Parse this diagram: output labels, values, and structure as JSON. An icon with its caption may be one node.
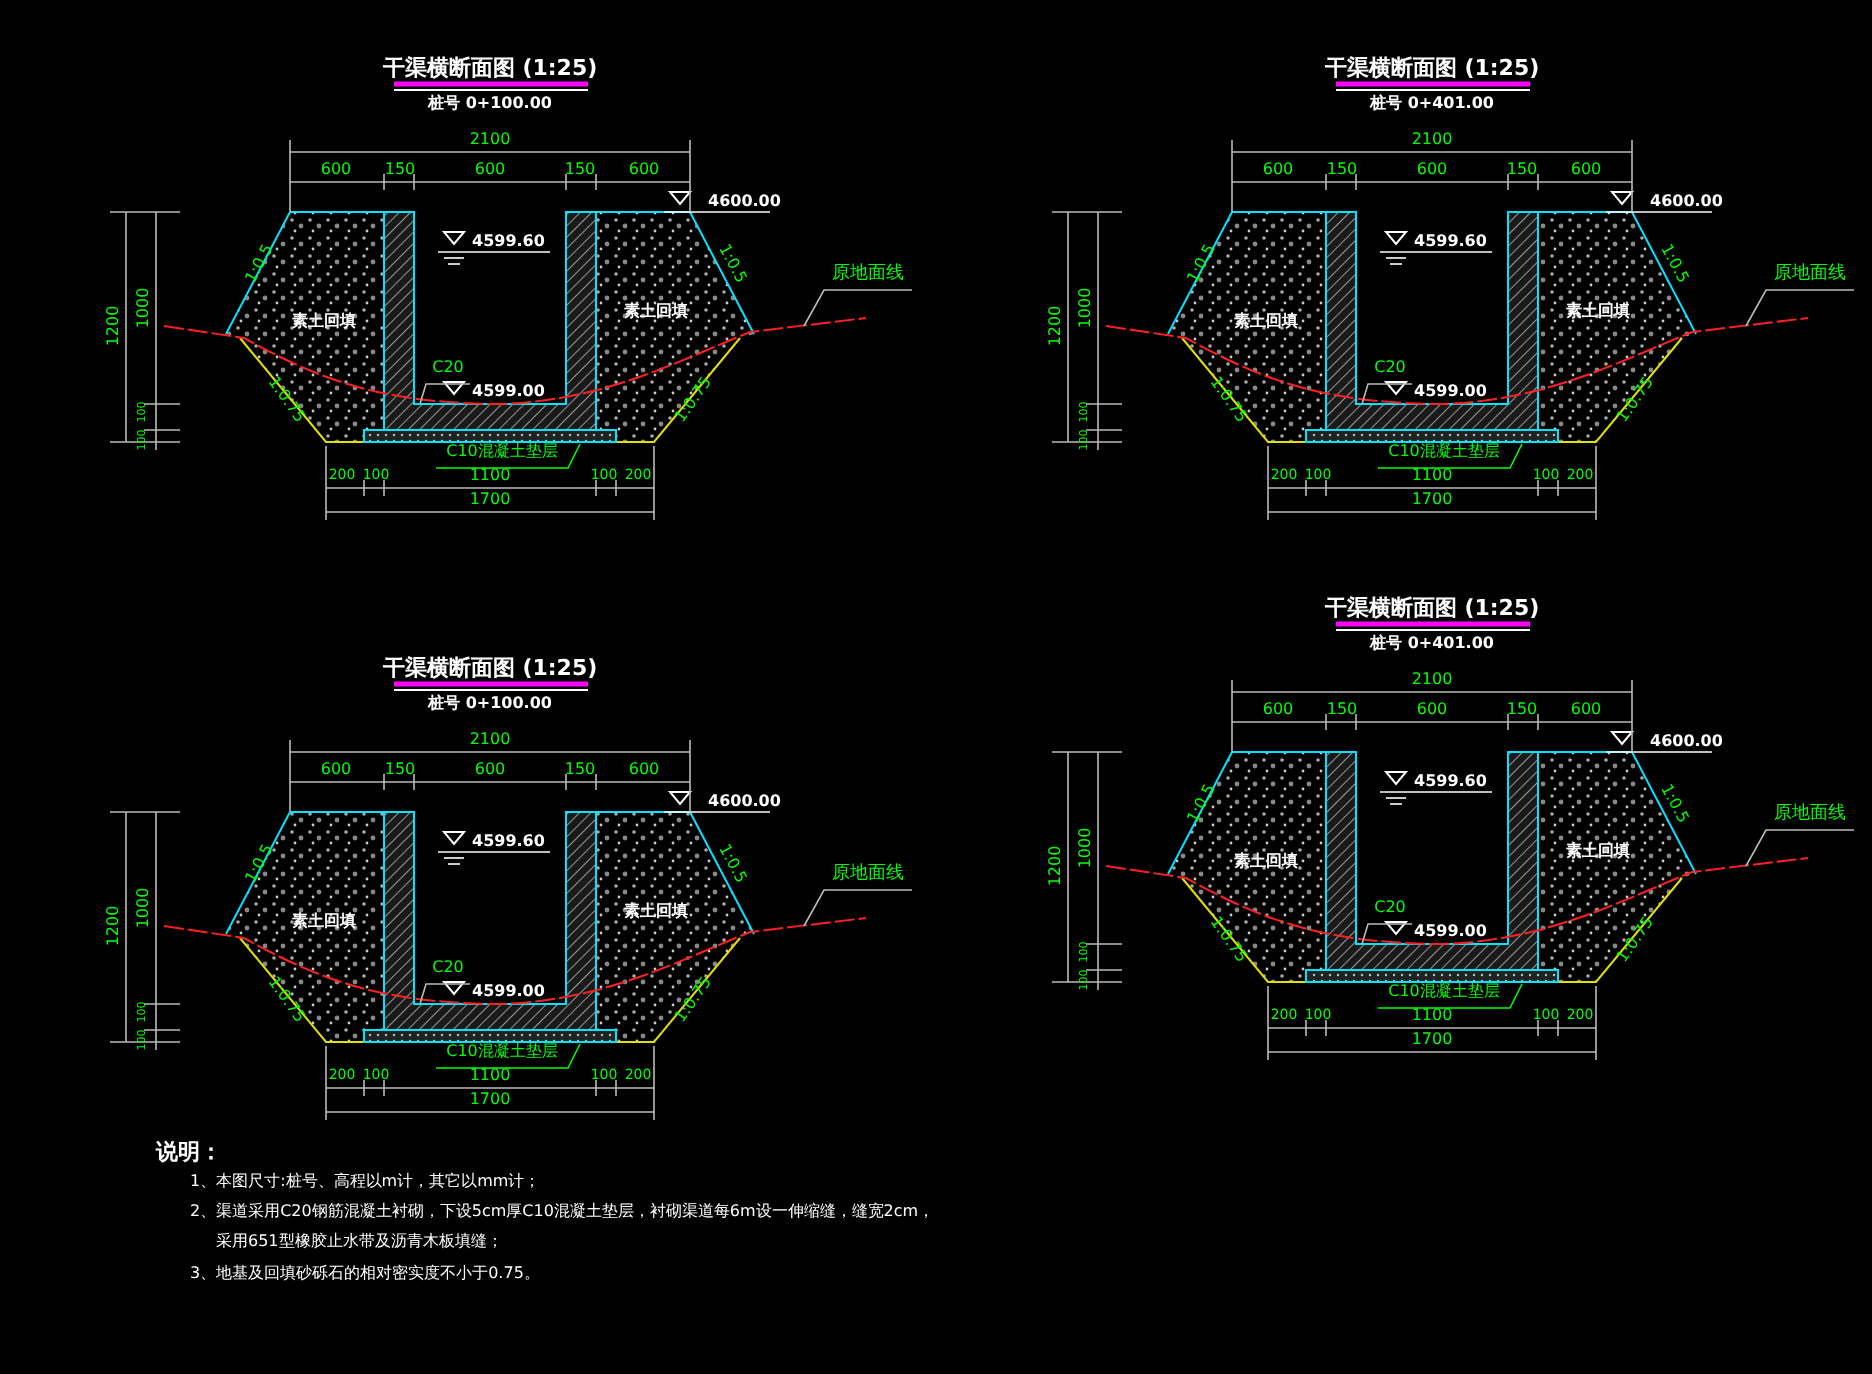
{
  "diagram": {
    "nodes": [
      {
        "text": [
          "C20"
        ]
      },
      {
        "text": [
          "C10混凝土垫层"
        ]
      },
      {
        "text": [
          "原地面线"
        ]
      },
      {
        "text": [],
        "shape": "box"
      },
      {
        "text": [
          "C20"
        ]
      },
      {
        "text": [
          "C10混凝土垫层"
        ]
      },
      {
        "text": [
          "原地面线"
        ]
      },
      {
        "text": [],
        "shape": "box"
      },
      {
        "text": [
          "C20"
        ]
      },
      {
        "text": [
          "C10混凝土垫层"
        ]
      },
      {
        "text": [
          "原地面线"
        ]
      },
      {
        "text": [],
        "shape": "box"
      },
      {
        "text": [
          "C20"
        ]
      },
      {
        "text": [
          "C10混凝土垫层"
        ]
      },
      {
        "text": [
          "原地面线"
        ]
      },
      {
        "text": [],
        "shape": "box"
      }
    ],
    "edges": [
      {
        "from": 0,
        "to": null,
        "arrow": "none"
      },
      {
        "from": 1,
        "to": 3,
        "arrow": "none",
        "color": "#00ff00"
      },
      {
        "from": 2,
        "to": null,
        "arrow": "none"
      },
      {
        "from": 4,
        "to": null,
        "arrow": "none"
      },
      {
        "from": 5,
        "to": 7,
        "arrow": "none",
        "color": "#00ff00"
      },
      {
        "from": 6,
        "to": null,
        "arrow": "none"
      },
      {
        "from": 8,
        "to": null,
        "arrow": "none"
      },
      {
        "from": 9,
        "to": 11,
        "arrow": "none",
        "color": "#00ff00"
      },
      {
        "from": 10,
        "to": null,
        "arrow": "none"
      },
      {
        "from": 12,
        "to": null,
        "arrow": "none"
      },
      {
        "from": 13,
        "to": 15,
        "arrow": "none",
        "color": "#00ff00"
      },
      {
        "from": 14,
        "to": null,
        "arrow": "none"
      }
    ],
    "labels": [
      "干渠横断面图 (1:25)",
      "桩号 0+100.00",
      "2100",
      "600",
      "150",
      "600",
      "150",
      "600",
      "200",
      "100",
      "1100",
      "100",
      "200",
      "1700",
      "1200",
      "1000",
      "100",
      "100",
      "4600.00",
      "4599.60",
      "4599.00",
      "1:0.5",
      "1:0.5",
      "1:0.75",
      "1:0.75",
      "素土回填",
      "素土回填",
      "干渠横断面图 (1:25)",
      "桩号 0+401.00",
      "2100",
      "600",
      "150",
      "600",
      "150",
      "600",
      "200",
      "100",
      "1100",
      "100",
      "200",
      "1700",
      "1200",
      "1000",
      "100",
      "100",
      "4600.00",
      "4599.60",
      "4599.00",
      "1:0.5",
      "1:0.5",
      "1:0.75",
      "1:0.75",
      "素土回填",
      "素土回填",
      "干渠横断面图 (1:25)",
      "桩号 0+100.00",
      "2100",
      "600",
      "150",
      "600",
      "150",
      "600",
      "200",
      "100",
      "1100",
      "100",
      "200",
      "1700",
      "1200",
      "1000",
      "100",
      "100",
      "4600.00",
      "4599.60",
      "4599.00",
      "1:0.5",
      "1:0.5",
      "1:0.75",
      "1:0.75",
      "素土回填",
      "素土回填",
      "干渠横断面图 (1:25)",
      "桩号 0+401.00",
      "2100",
      "600",
      "150",
      "600",
      "150",
      "600",
      "200",
      "100",
      "1100",
      "100",
      "200",
      "1700",
      "1200",
      "1000",
      "100",
      "100",
      "4600.00",
      "4599.60",
      "4599.00",
      "1:0.5",
      "1:0.5",
      "1:0.75",
      "1:0.75",
      "素土回填",
      "素土回填",
      "说明：",
      "1、本图尺寸:桩号、高程以m计，其它以mm计；",
      "2、渠道采用C20钢筋混凝土衬砌，下设5cm厚C10混凝土垫层，衬砌渠道每6m设一伸缩缝，缝宽2cm，",
      "采用651型橡胶止水带及沥青木板填缝；",
      "3、地基及回填砂砾石的相对密实度不小于0.75。"
    ]
  }
}
